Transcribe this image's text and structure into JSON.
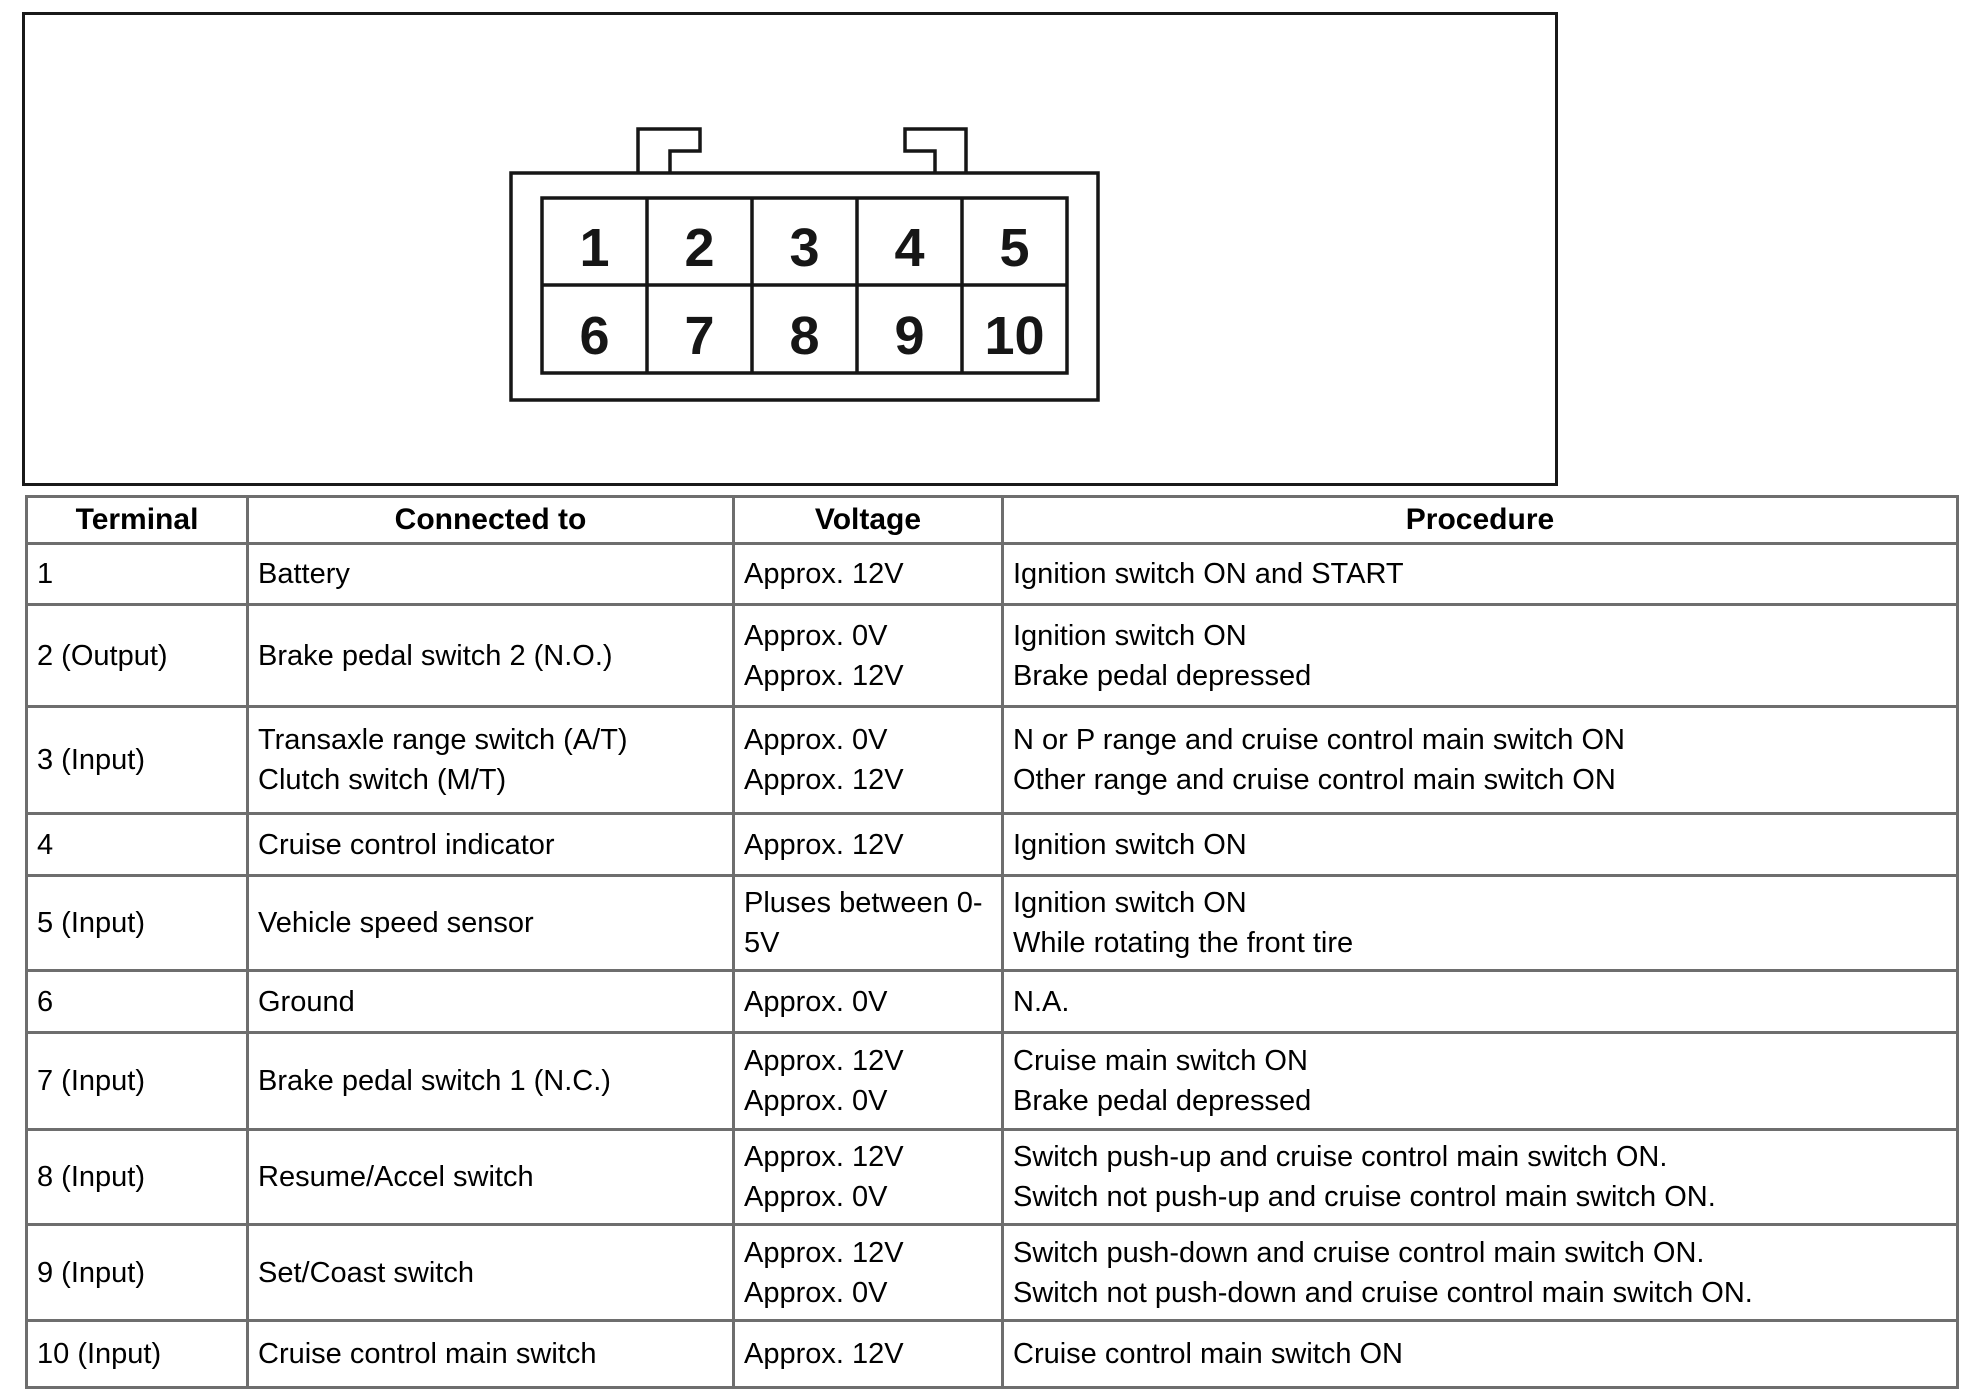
{
  "diagram": {
    "pins_row1": [
      "1",
      "2",
      "3",
      "4",
      "5"
    ],
    "pins_row2": [
      "6",
      "7",
      "8",
      "9",
      "10"
    ]
  },
  "table": {
    "headers": [
      "Terminal",
      "Connected to",
      "Voltage",
      "Procedure"
    ],
    "rows": [
      {
        "terminal": "1",
        "connected": [
          "Battery"
        ],
        "voltage": [
          "Approx. 12V"
        ],
        "procedure": [
          "Ignition switch ON and START"
        ]
      },
      {
        "terminal": "2 (Output)",
        "connected": [
          "Brake pedal switch 2 (N.O.)"
        ],
        "voltage": [
          "Approx. 0V",
          "Approx. 12V"
        ],
        "procedure": [
          "Ignition switch ON",
          "Brake pedal depressed"
        ]
      },
      {
        "terminal": "3 (Input)",
        "connected": [
          "Transaxle range switch (A/T)",
          "Clutch switch (M/T)"
        ],
        "voltage": [
          "Approx. 0V",
          "Approx. 12V"
        ],
        "procedure": [
          "N or P range and cruise control main switch ON",
          "Other range and cruise control main switch ON"
        ]
      },
      {
        "terminal": "4",
        "connected": [
          "Cruise control indicator"
        ],
        "voltage": [
          "Approx. 12V"
        ],
        "procedure": [
          "Ignition switch ON"
        ]
      },
      {
        "terminal": "5 (Input)",
        "connected": [
          "Vehicle speed sensor"
        ],
        "voltage": [
          "Pluses between 0-",
          "5V"
        ],
        "procedure": [
          "Ignition switch ON",
          "While rotating the front tire"
        ]
      },
      {
        "terminal": "6",
        "connected": [
          "Ground"
        ],
        "voltage": [
          "Approx. 0V"
        ],
        "procedure": [
          "N.A."
        ]
      },
      {
        "terminal": "7 (Input)",
        "connected": [
          "Brake pedal switch 1 (N.C.)"
        ],
        "voltage": [
          "Approx. 12V",
          "Approx. 0V"
        ],
        "procedure": [
          "Cruise main switch ON",
          "Brake pedal depressed"
        ]
      },
      {
        "terminal": "8 (Input)",
        "connected": [
          "Resume/Accel switch"
        ],
        "voltage": [
          "Approx. 12V",
          "Approx. 0V"
        ],
        "procedure": [
          "Switch push-up and cruise control main switch ON.",
          "Switch not push-up and cruise control main switch ON."
        ]
      },
      {
        "terminal": "9 (Input)",
        "connected": [
          "Set/Coast switch"
        ],
        "voltage": [
          "Approx. 12V",
          "Approx. 0V"
        ],
        "procedure": [
          "Switch push-down and cruise control main switch ON.",
          "Switch not push-down and cruise control main switch ON."
        ]
      },
      {
        "terminal": "10 (Input)",
        "connected": [
          "Cruise control main switch"
        ],
        "voltage": [
          "Approx. 12V"
        ],
        "procedure": [
          "Cruise control main switch ON"
        ]
      }
    ]
  },
  "colors": {
    "ink": "#161616",
    "table_border": "#6e6e6e",
    "background": "#ffffff"
  }
}
